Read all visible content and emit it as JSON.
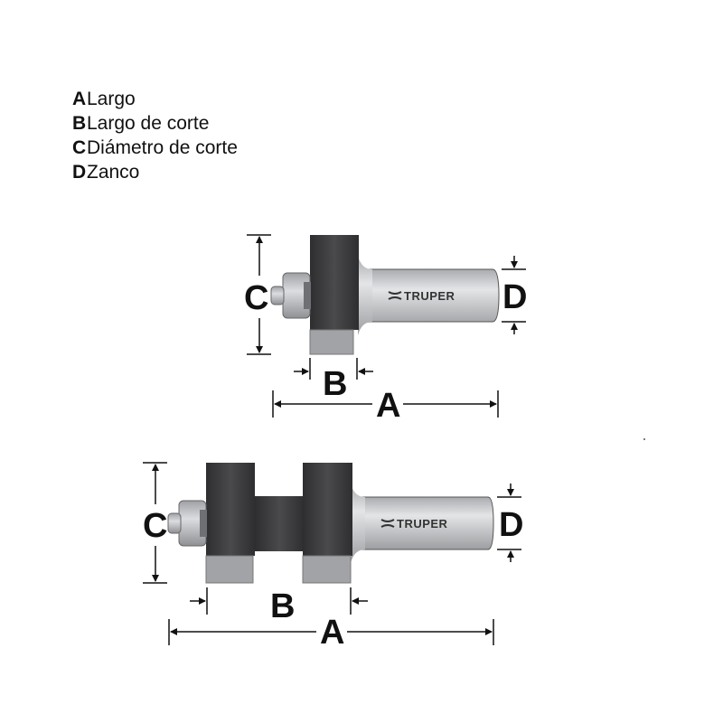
{
  "legend": [
    {
      "key": "A",
      "label": "Largo"
    },
    {
      "key": "B",
      "label": "Largo de corte"
    },
    {
      "key": "C",
      "label": "Diámetro de corte"
    },
    {
      "key": "D",
      "label": "Zanco"
    }
  ],
  "diagram_top": {
    "dim_c": "C",
    "dim_d": "D",
    "dim_b": "B",
    "dim_a": "A",
    "brand": "TRUPER"
  },
  "diagram_bottom": {
    "dim_c": "C",
    "dim_d": "D",
    "dim_b": "B",
    "dim_a": "A",
    "brand": "TRUPER"
  },
  "colors": {
    "cutter_dark": "#3b3b3d",
    "carbide": "#9a9ca0",
    "shank": "#c9cbce",
    "line": "#111111"
  }
}
